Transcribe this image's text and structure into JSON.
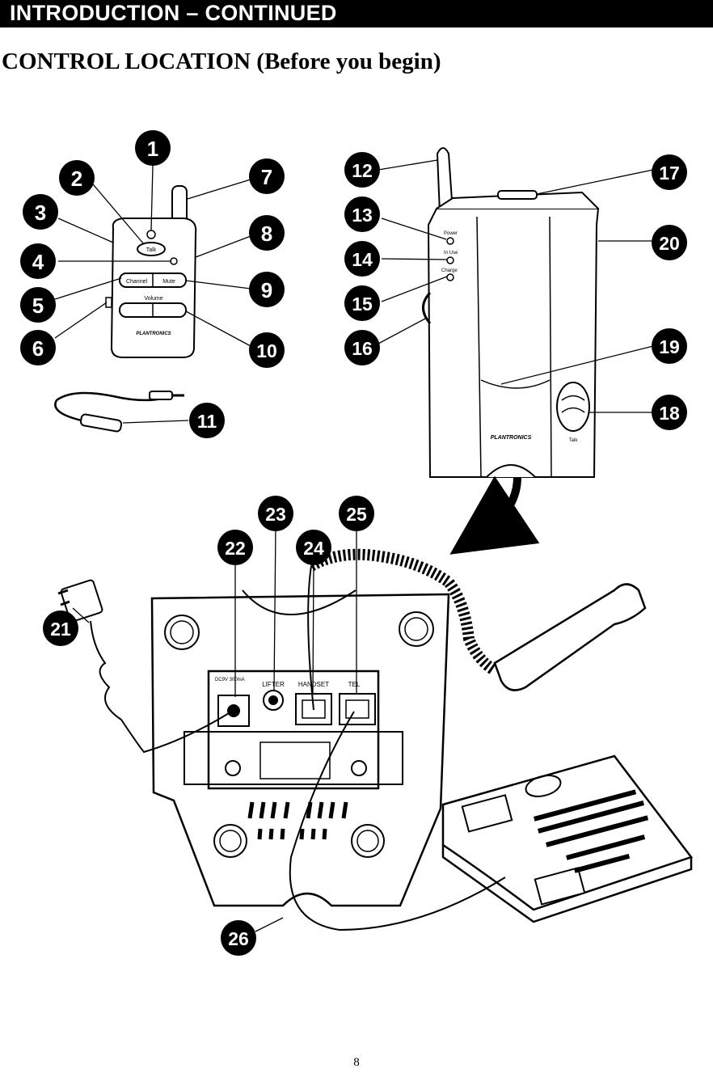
{
  "header": {
    "title": "INTRODUCTION – CONTINUED"
  },
  "section": {
    "title": "CONTROL LOCATION (Before you begin)"
  },
  "figure": {
    "callouts": [
      "1",
      "2",
      "3",
      "4",
      "5",
      "6",
      "7",
      "8",
      "9",
      "10",
      "11",
      "12",
      "13",
      "14",
      "15",
      "16",
      "17",
      "18",
      "19",
      "20",
      "21",
      "22",
      "23",
      "24",
      "25",
      "26"
    ],
    "headset_labels": {
      "talk": "Talk",
      "volume": "Volume",
      "channel": "Channel",
      "mute": "Mute",
      "brand": "PLANTRONICS"
    },
    "base_labels": {
      "power": "Power",
      "in_use": "In Use",
      "charge": "Charge",
      "talk": "Talk",
      "brand": "PLANTRONICS"
    },
    "port_labels": {
      "dc": "DC9V 300mA",
      "lifter": "LIFTER",
      "handset": "HANDSET",
      "tel": "TEL"
    }
  },
  "footer": {
    "page_number": "8"
  }
}
